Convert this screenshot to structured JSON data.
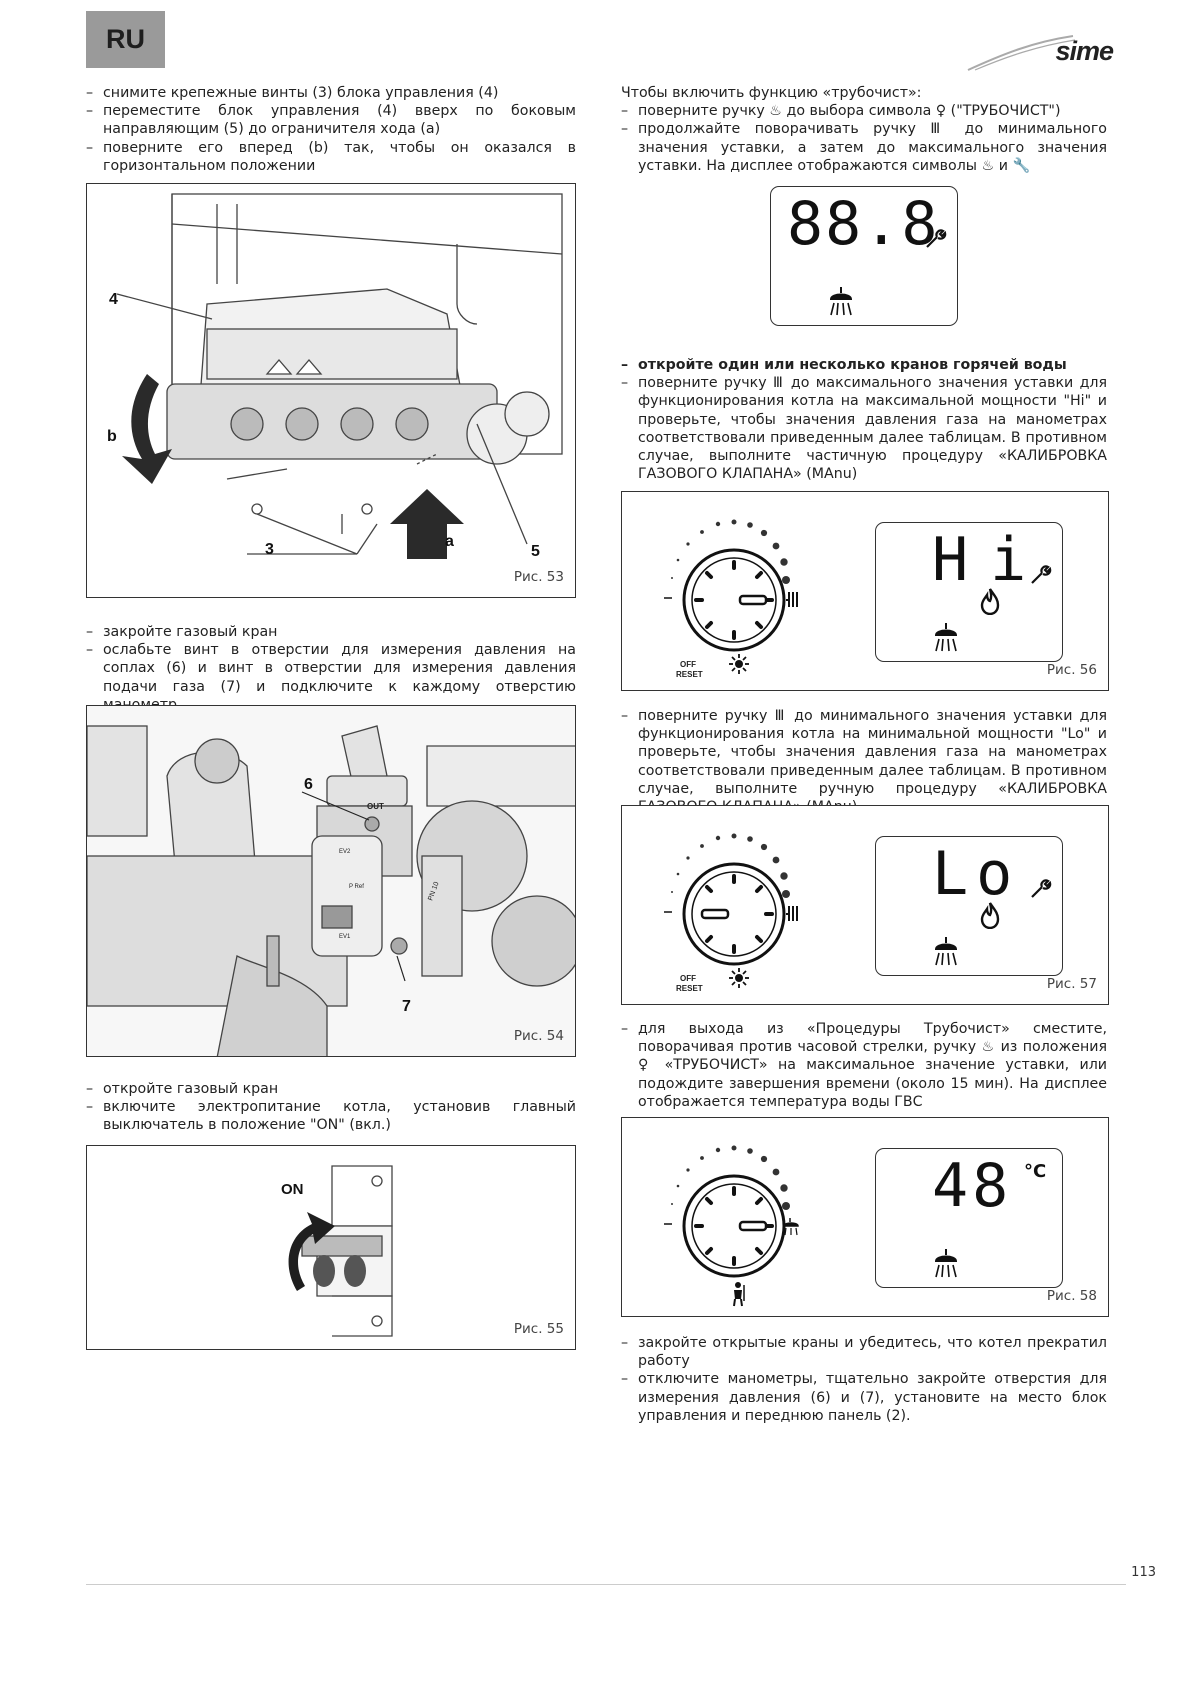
{
  "header": {
    "lang": "RU",
    "brand": "sime"
  },
  "left_col": {
    "p1": [
      "снимите крепежные винты (3) блока управления (4)",
      "переместите блок управления (4) вверх по боковым направляющим (5) до ограничителя хода (a)",
      "поверните его вперед (b) так, чтобы он оказался в горизонтальном положении"
    ],
    "fig53": {
      "caption": "Рис. 53",
      "callouts": [
        "4",
        "b",
        "3",
        "a",
        "5"
      ]
    },
    "p2": [
      "закройте газовый кран",
      "ослабьте винт в отверстии для измерения давления на соплах (6) и винт в отверстии для измерения давления подачи газа (7) и подключите к каждому отверстию манометр"
    ],
    "fig54": {
      "caption": "Рис. 54",
      "callouts": [
        "6",
        "7"
      ],
      "valve_labels": [
        "OUT",
        "EV2",
        "P Ref",
        "EV1",
        "PN 10"
      ]
    },
    "p3": [
      "откройте газовый кран",
      "включите электропитание котла, установив главный выключатель в положение \"ON\" (вкл.)"
    ],
    "fig55": {
      "caption": "Рис. 55",
      "on_label": "ON"
    }
  },
  "right_col": {
    "intro": "Чтобы включить функцию «трубочист»:",
    "p1": [
      "поверните ручку ♨ до выбора символа ♀ (\"ТРУБОЧИСТ\")",
      "продолжайте поворачивать ручку Ⅲ до минимального значения уставки, а затем до максимального значения уставки. На дисплее отображаются символы ♨ и 🔧"
    ],
    "lcd_top": {
      "digits": "88.8"
    },
    "p2_bold": "откройте один или несколько кранов горячей воды",
    "p2": "поверните ручку Ⅲ до максимального значения уставки для функционирования котла на максимальной мощности \"Hi\" и проверьте, чтобы значения давления газа на манометрах соответствовали приведенным далее таблицам. В противном случае, выполните частичную процедуру «КАЛИБРОВКА ГАЗОВОГО КЛАПАНА» (MAnu)",
    "fig56": {
      "caption": "Рис. 56",
      "display": "Hi",
      "off_label": "OFF",
      "reset_label": "RESET"
    },
    "p3": "поверните ручку Ⅲ до минимального значения уставки для функционирования котла на минимальной мощности \"Lo\" и проверьте, чтобы значения давления газа на манометрах соответствовали приведенным далее таблицам. В противном случае, выполните ручную процедуру «КАЛИБРОВКА ГАЗОВОГО КЛАПАНА» (MAnu)",
    "fig57": {
      "caption": "Рис. 57",
      "display": "Lo",
      "off_label": "OFF",
      "reset_label": "RESET"
    },
    "p4": "для выхода из «Процедуры Трубочист» сместите, поворачивая против часовой стрелки, ручку ♨ из положения ♀ «ТРУБОЧИСТ» на максимальное значение уставки, или подождите завершения времени (около 15 мин). На дисплее отображается температура воды ГВС",
    "fig58": {
      "caption": "Рис. 58",
      "display": "48",
      "unit": "°C"
    },
    "p5": [
      "закройте открытые краны и убедитесь, что котел прекратил работу",
      "отключите манометры, тщательно закройте отверстия для измерения давления (6) и (7), установите на место блок управления и переднюю панель (2)."
    ]
  },
  "footer": {
    "page": "113"
  }
}
